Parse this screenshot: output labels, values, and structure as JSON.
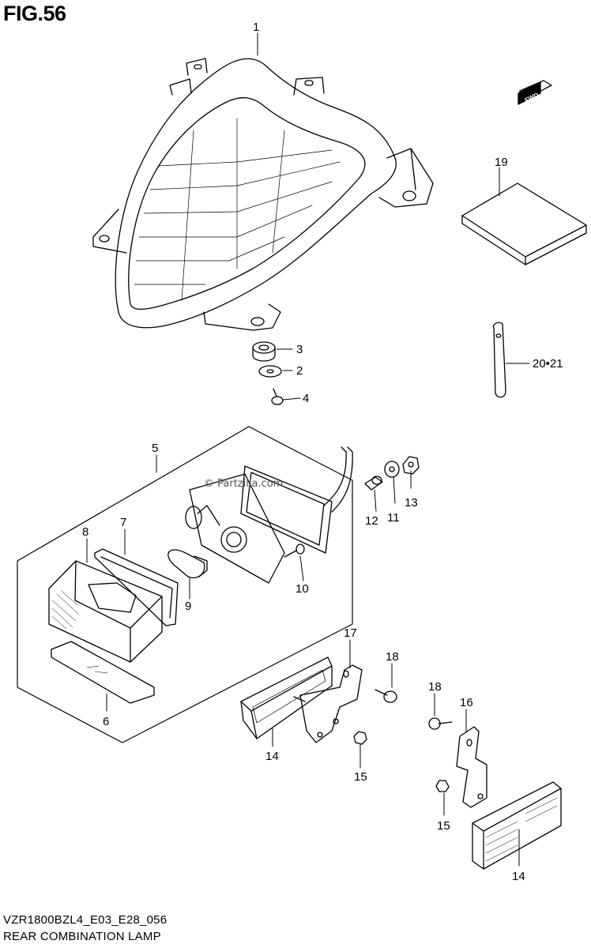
{
  "figure": {
    "title": "FIG.56"
  },
  "fwd_badge": {
    "text": "FWD"
  },
  "watermark": {
    "text": "© Partzilla.com"
  },
  "callouts": {
    "c1": "1",
    "c2": "2",
    "c3": "3",
    "c4": "4",
    "c5": "5",
    "c6": "6",
    "c7": "7",
    "c8": "8",
    "c9": "9",
    "c10": "10",
    "c11": "11",
    "c12": "12",
    "c13": "13",
    "c14a": "14",
    "c14b": "14",
    "c15a": "15",
    "c15b": "15",
    "c16": "16",
    "c17": "17",
    "c18a": "18",
    "c18b": "18",
    "c19": "19",
    "c20_21": "20•21"
  },
  "footer": {
    "model_code": "VZR1800BZL4_E03_E28_056",
    "caption": "REAR COMBINATION LAMP"
  }
}
